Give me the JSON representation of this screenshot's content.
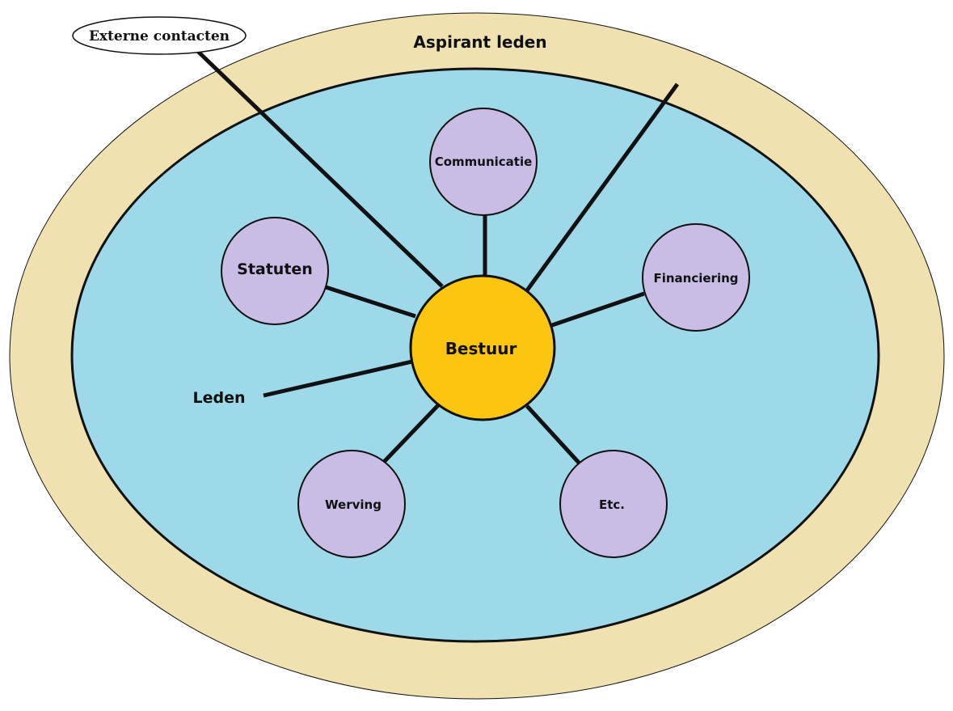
{
  "diagram": {
    "outer_label": "Aspirant leden",
    "inner_label": "Leden",
    "callout_label": "Externe contacten",
    "center": {
      "label": "Bestuur"
    },
    "satellites": [
      {
        "id": "communicatie",
        "label": "Communicatie"
      },
      {
        "id": "statuten",
        "label": "Statuten"
      },
      {
        "id": "financiering",
        "label": "Financiering"
      },
      {
        "id": "werving",
        "label": "Werving"
      },
      {
        "id": "etc",
        "label": "Etc."
      }
    ],
    "colors": {
      "outer_ring": "#efe1b0",
      "inner_area": "#9ed9ea",
      "center_circle": "#fcc510",
      "satellite_circle": "#c9bde6",
      "stroke": "#111111"
    }
  }
}
